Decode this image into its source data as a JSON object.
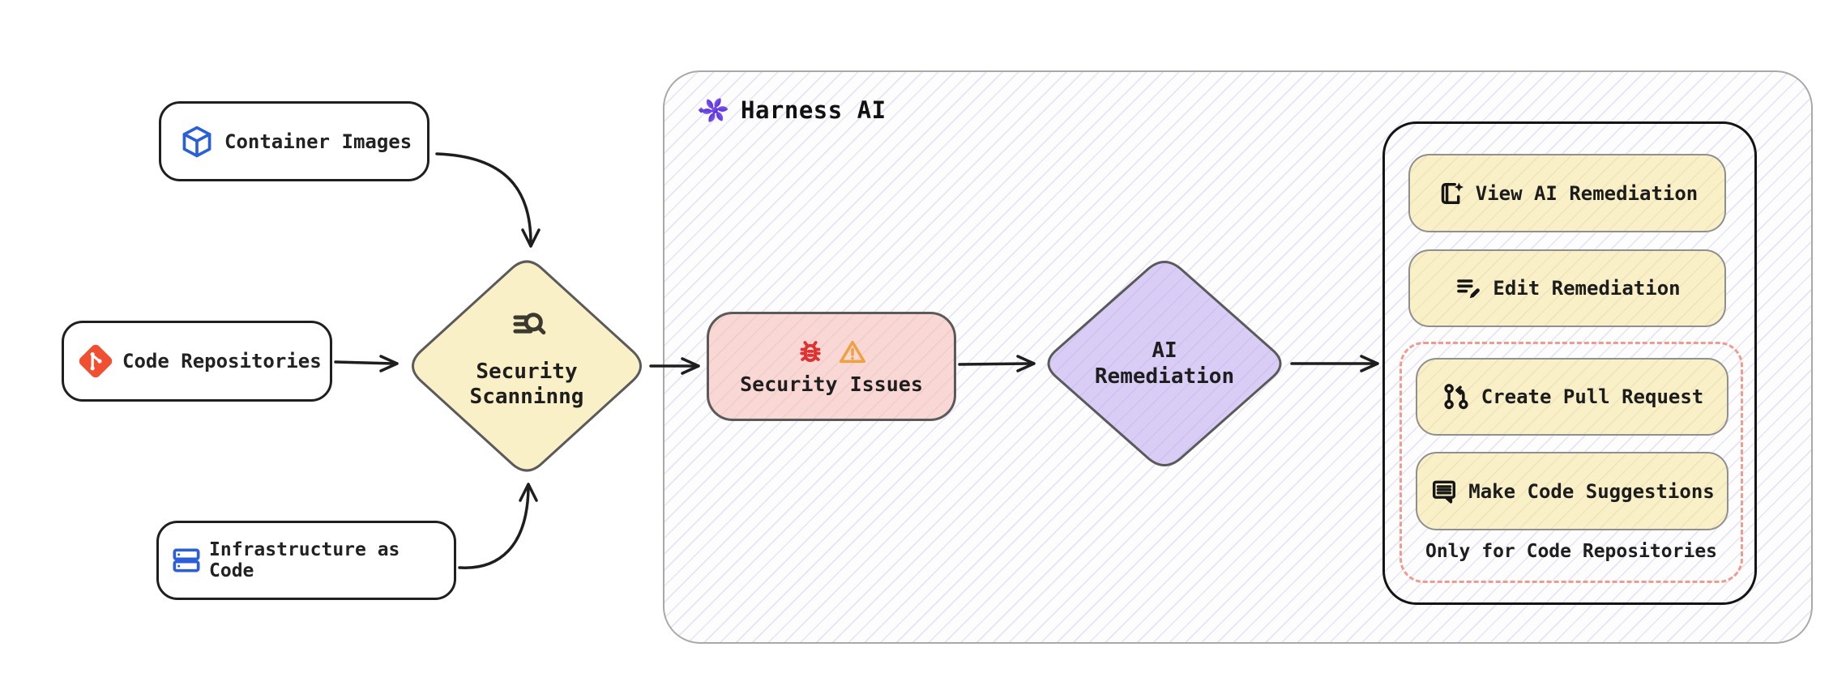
{
  "diagram": {
    "sources": [
      {
        "label": "Container Images",
        "icon": "cube-icon"
      },
      {
        "label": "Code Repositories",
        "icon": "git-icon"
      },
      {
        "label": "Infrastructure as Code",
        "icon": "server-icon"
      }
    ],
    "scanning": {
      "line1": "Security",
      "line2": "Scanninng",
      "icon": "scan-search-icon"
    },
    "harness": {
      "title": "Harness AI",
      "icon": "harness-ai-icon"
    },
    "issues": {
      "label": "Security Issues",
      "icons": [
        "bug-icon",
        "warning-icon"
      ]
    },
    "remediation": {
      "line1": "AI",
      "line2": "Remediation"
    },
    "actions": [
      {
        "label": "View AI Remediation",
        "icon": "view-remediation-icon"
      },
      {
        "label": "Edit Remediation",
        "icon": "edit-remediation-icon"
      }
    ],
    "repo_only": {
      "actions": [
        {
          "label": "Create Pull Request",
          "icon": "pull-request-icon"
        },
        {
          "label": "Make Code Suggestions",
          "icon": "code-suggestions-icon"
        }
      ],
      "caption": "Only for Code Repositories"
    },
    "colors": {
      "node_yellow": "#FAF0C8",
      "node_pink": "#F8D7D4",
      "node_purple": "#D9CDF6",
      "shape_border": "#5A5A5A",
      "dark_border": "#1F1F1F",
      "dashed_border": "#EF9C8F",
      "hatch_line": "#DCD6F3",
      "git_red": "#F04F32",
      "icon_blue": "#2B5FD9",
      "bug_red": "#E03131",
      "warning_orange": "#EEA13F",
      "harness_purple_1": "#8A68F6",
      "harness_purple_2": "#4A1ED2"
    }
  }
}
